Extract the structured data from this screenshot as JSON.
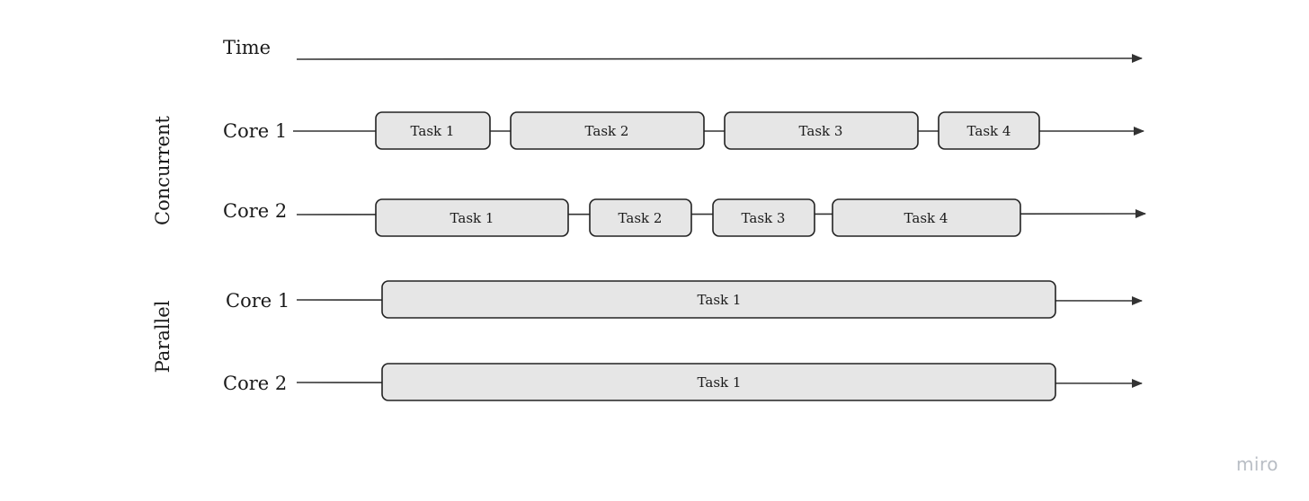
{
  "time_label": "Time",
  "groups": [
    {
      "label": "Concurrent",
      "rows": [
        {
          "label": "Core 1",
          "tasks": [
            "Task 1",
            "Task 2",
            "Task 3",
            "Task 4"
          ]
        },
        {
          "label": "Core 2",
          "tasks": [
            "Task 1",
            "Task 2",
            "Task 3",
            "Task 4"
          ]
        }
      ]
    },
    {
      "label": "Parallel",
      "rows": [
        {
          "label": "Core 1",
          "tasks": [
            "Task 1"
          ]
        },
        {
          "label": "Core 2",
          "tasks": [
            "Task 1"
          ]
        }
      ]
    }
  ],
  "watermark": "miro",
  "colors": {
    "task_fill": "#e6e6e6",
    "stroke": "#222222",
    "watermark": "#b8bdc4"
  }
}
